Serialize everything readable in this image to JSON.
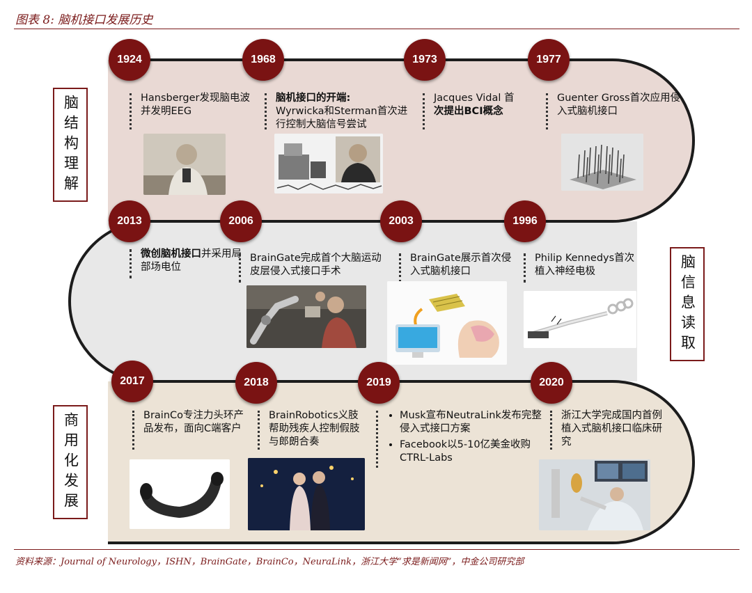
{
  "figure_title": "图表 8: 脑机接口发展历史",
  "source": "资料来源：Journal of Neurology，ISHN，BrainGate，BrainCo，NeuraLink，浙江大学“求是新闻网”，中金公司研究部",
  "sections": {
    "top": "脑结构理解",
    "middle": "脑信息读取",
    "bottom": "商用化发展"
  },
  "colors": {
    "badge": "#7a1313",
    "top_band": "#e9d9d4",
    "middle_band": "#e8e8e8",
    "bottom_band": "#ece3d6",
    "accent": "#7a1a1a"
  },
  "row1": [
    {
      "year": "1924",
      "text": "Hansberger发现脑电波并发明EEG"
    },
    {
      "year": "1968",
      "text_bold": "脑机接口的开端:",
      "text": "Wyrwicka和Sterman首次进行控制大脑信号尝试"
    },
    {
      "year": "1973",
      "text": "Jacques Vidal 首",
      "text_bold": "次提出BCI概念"
    },
    {
      "year": "1977",
      "text": "Guenter Gross首次应用侵入式脑机接口"
    }
  ],
  "row2": [
    {
      "year": "2013",
      "text_bold": "微创脑机接口",
      "text": "并采用局部场电位"
    },
    {
      "year": "2006",
      "text": "BrainGate完成首个大脑运动皮层侵入式接口手术"
    },
    {
      "year": "2003",
      "text": "BrainGate展示首次侵入式脑机接口"
    },
    {
      "year": "1996",
      "text": "Philip Kennedys首次植入神经电极"
    }
  ],
  "row3": [
    {
      "year": "2017",
      "text": "BrainCo专注力头环产品发布，面向C端客户"
    },
    {
      "year": "2018",
      "text": "BrainRobotics义肢帮助残疾人控制假肢与郎朗合奏"
    },
    {
      "year": "2019",
      "bullets": [
        "Musk宣布NeutraLink发布完整侵入式接口方案",
        "Facebook以5-10亿美金收购CTRL-Labs"
      ]
    },
    {
      "year": "2020",
      "text": "浙江大学完成国内首例植入式脑机接口临床研究"
    }
  ],
  "images": {
    "img_1924": "portrait-photo",
    "img_1968": "lab-equipment-and-portrait",
    "img_1977": "microelectrode-array",
    "img_2006": "robot-arm-patient",
    "img_2003": "braingate-diagram",
    "img_1996": "neural-electrode",
    "img_2017": "brainco-headband",
    "img_2018": "pianist-prosthetic",
    "img_2020": "clinical-trial-patient"
  }
}
